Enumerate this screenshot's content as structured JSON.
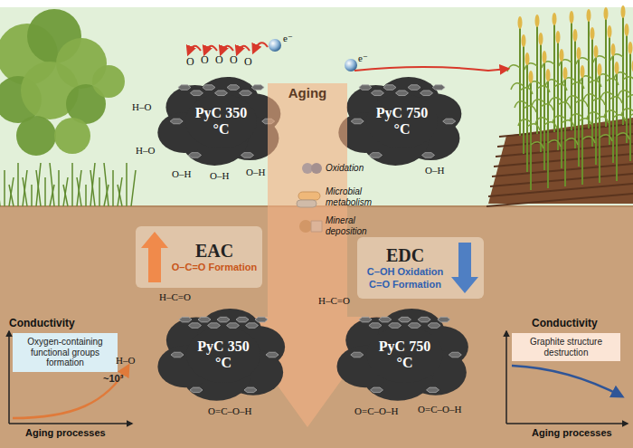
{
  "diagram": {
    "nodes": [
      {
        "text": [
          "PyC 350 °C"
        ]
      },
      {
        "text": [
          "PyC 750 °C"
        ]
      },
      {
        "text": [
          "Aging"
        ]
      },
      {
        "text": [
          "EAC",
          "O–C=O Formation"
        ]
      },
      {
        "text": [
          "EDC",
          "C–OH Oxidation",
          "C=O Formation"
        ]
      },
      {
        "text": [
          "Oxygen-containing functional groups formation"
        ]
      },
      {
        "text": [
          "PyC 350 °C"
        ]
      },
      {
        "text": [
          "PyC 750 °C"
        ]
      },
      {
        "text": [
          "Graphite structure destruction"
        ]
      }
    ],
    "labels": [
      "O",
      "O",
      "O",
      "O",
      "O",
      "H–O",
      "H–O",
      "O–H",
      "O–H",
      "O–H",
      "O–H",
      "e⁻",
      "e⁻",
      "Oxidation",
      "Microbial metabolism",
      "Mineral deposition",
      "Conductivity",
      "~10³",
      "Aging processes",
      "Conductivity",
      "Aging processes",
      "H–C=O",
      "H–O",
      "O=C–O–H",
      "H–C=O",
      "O=C–O–H",
      "O=C–O–H"
    ]
  }
}
